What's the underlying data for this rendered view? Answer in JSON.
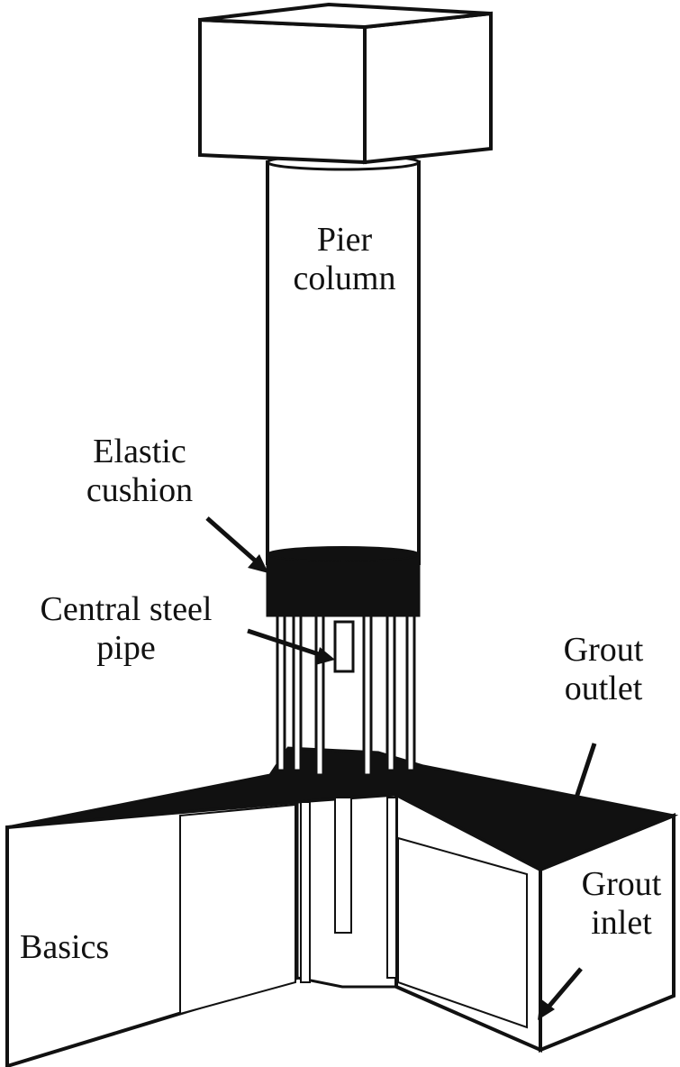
{
  "labels": {
    "pier_column": [
      "Pier",
      "column"
    ],
    "elastic_cushion": [
      "Elastic",
      "cushion"
    ],
    "central_steel_pipe": [
      "Central steel",
      "pipe"
    ],
    "grout_outlet": [
      "Grout",
      "outlet"
    ],
    "basics": "Basics",
    "grout_inlet": [
      "Grout",
      "inlet"
    ]
  },
  "colors": {
    "line": "#111111",
    "fill": "#ffffff",
    "dark": "#111111"
  }
}
